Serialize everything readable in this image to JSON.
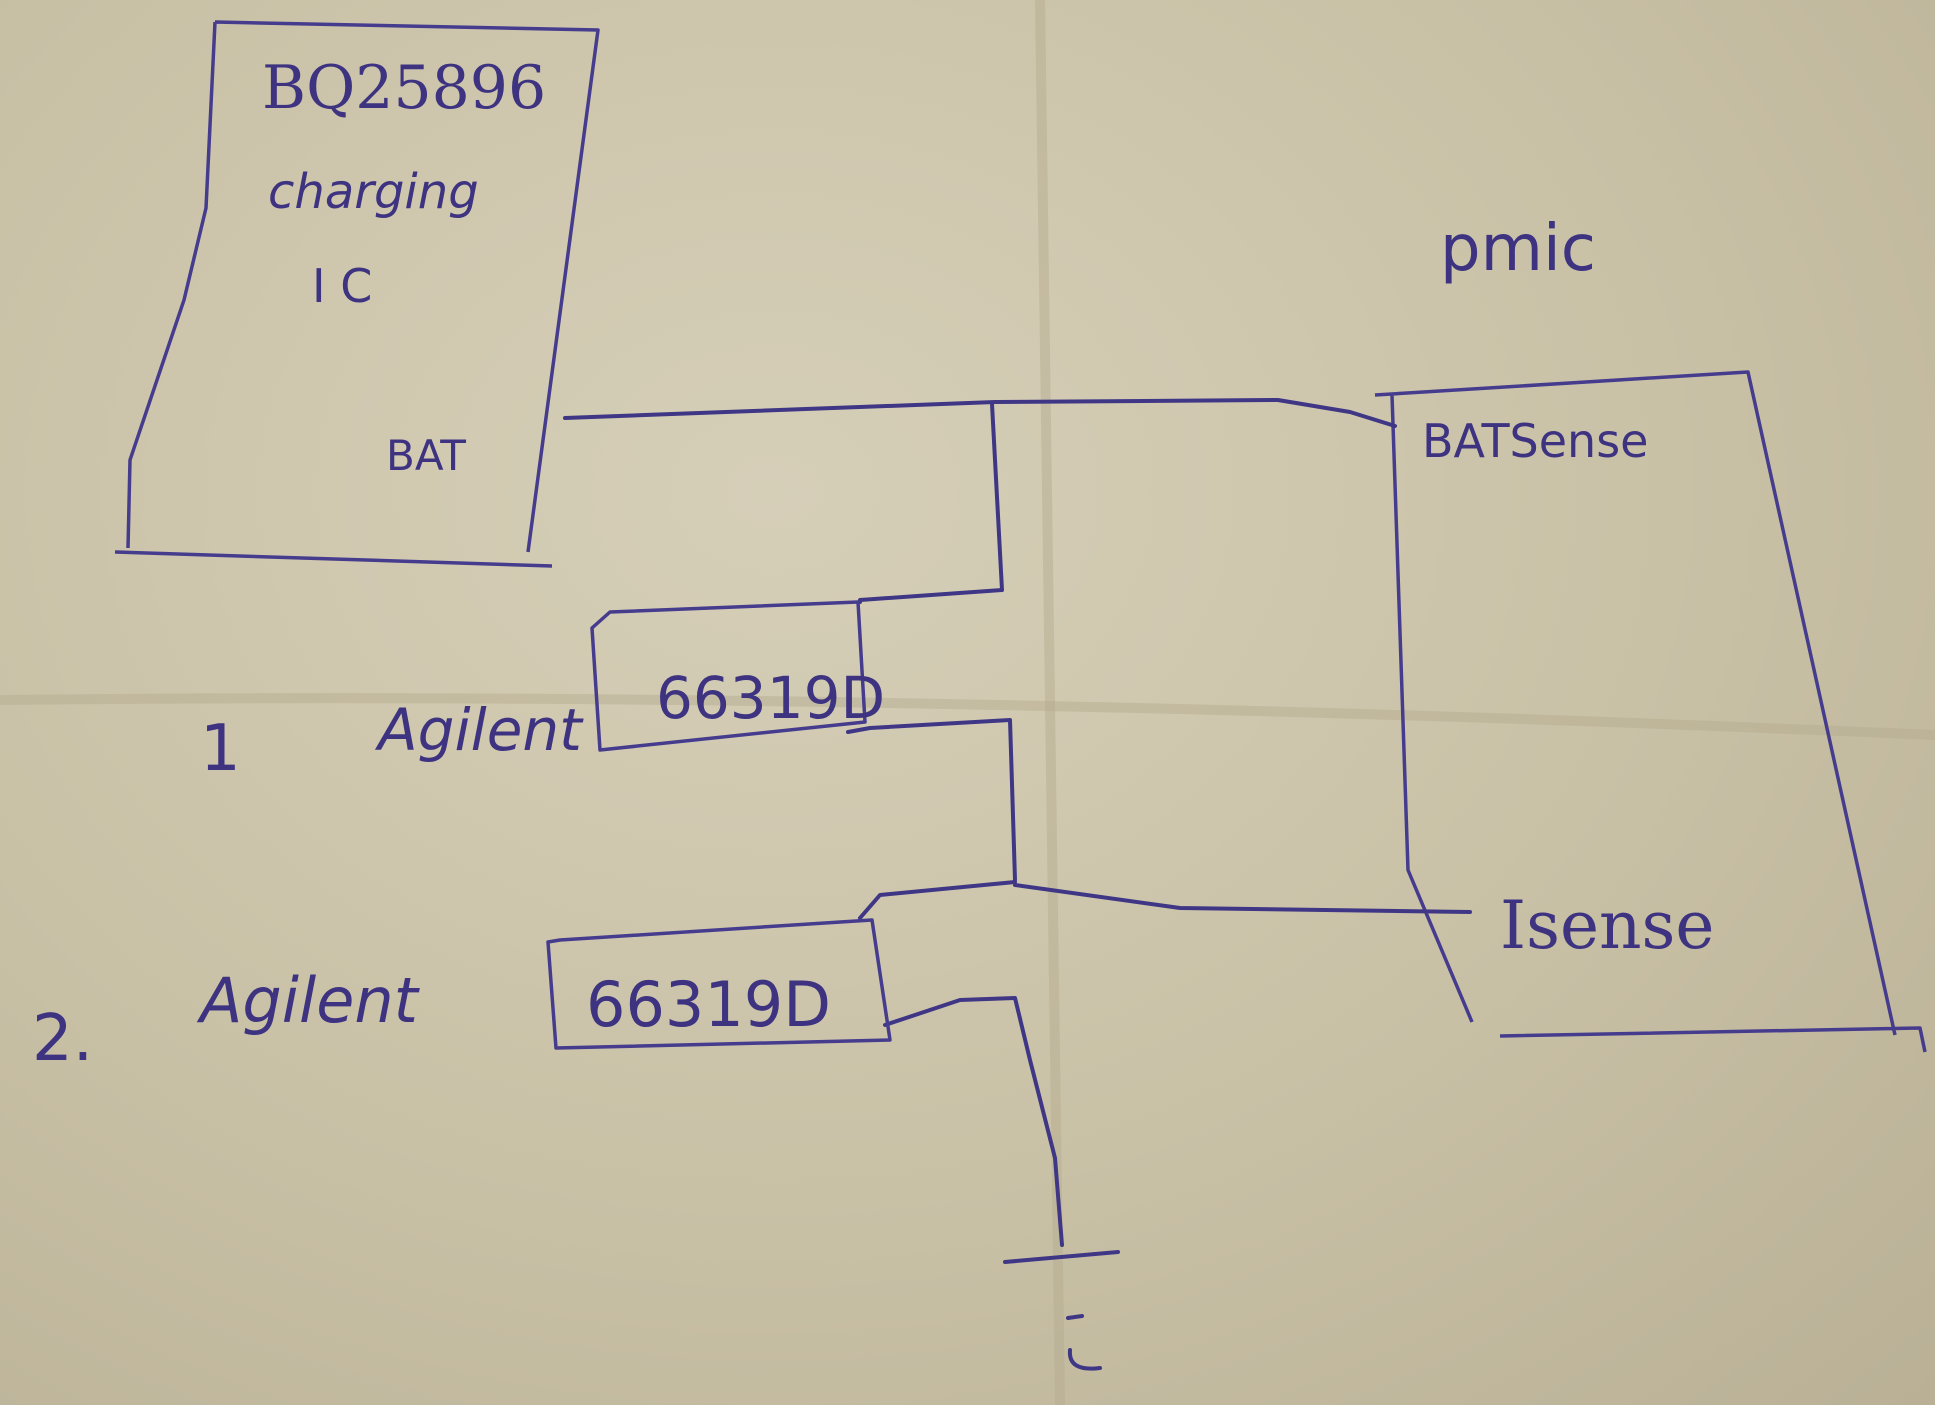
{
  "diagram": {
    "charger": {
      "part": "BQ25896",
      "line2": "charging",
      "line3": "I C",
      "pin_bat": "BAT"
    },
    "pmic": {
      "title": "pmic",
      "pin_batsense": "BATSense",
      "pin_isense": "Isense"
    },
    "load1": {
      "index": "1",
      "brand": "Agilent",
      "model": "66319D"
    },
    "load2": {
      "index": "2.",
      "brand": "Agilent",
      "model": "66319D"
    },
    "ground_symbol": "ground-symbol",
    "colors": {
      "ink": "#3f3785",
      "paper": "#cdc5ab"
    }
  }
}
